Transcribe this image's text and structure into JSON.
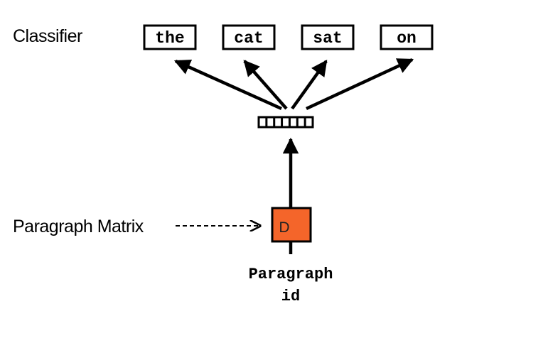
{
  "labels": {
    "classifier": "Classifier",
    "paragraph_matrix": "Paragraph Matrix"
  },
  "words": [
    "the",
    "cat",
    "sat",
    "on"
  ],
  "vector": {
    "cells": 7
  },
  "paragraph_node": {
    "letter": "D",
    "fill_color": "#F4652A"
  },
  "caption": {
    "line1": "Paragraph",
    "line2": "id"
  },
  "colors": {
    "stroke": "#000000",
    "background": "#ffffff"
  }
}
